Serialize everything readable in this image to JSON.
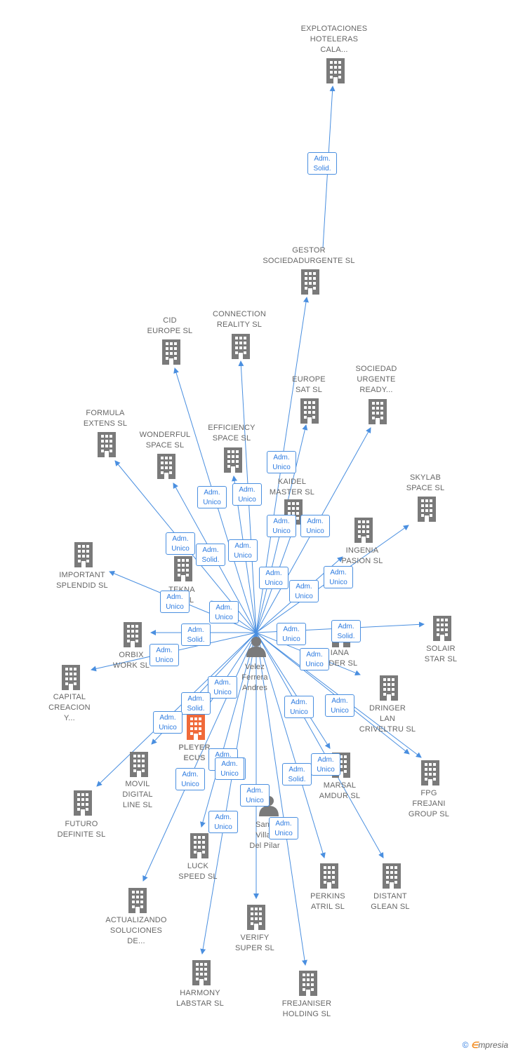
{
  "colors": {
    "edge": "#4a8fe0",
    "building": "#7a7a7a",
    "focus_building": "#f06a3a",
    "person": "#7a7a7a"
  },
  "center": {
    "name": [
      "Velez",
      "Ferrera",
      "Andres"
    ]
  },
  "second_person": {
    "name": [
      "Santi",
      "Villar",
      "Del Pilar"
    ]
  },
  "companies": [
    {
      "id": "explotaciones",
      "lines": [
        "EXPLOTACIONES",
        "HOTELERAS",
        "CALA..."
      ]
    },
    {
      "id": "gestor",
      "lines": [
        "GESTOR",
        "SOCIEDADURGENTE SL"
      ]
    },
    {
      "id": "cid",
      "lines": [
        "CID",
        "EUROPE  SL"
      ]
    },
    {
      "id": "connection",
      "lines": [
        "CONNECTION",
        "REALITY  SL"
      ]
    },
    {
      "id": "europe-sat",
      "lines": [
        "EUROPE",
        "SAT  SL"
      ]
    },
    {
      "id": "sociedad-urgente",
      "lines": [
        "SOCIEDAD",
        "URGENTE",
        "READY..."
      ]
    },
    {
      "id": "formula",
      "lines": [
        "FORMULA",
        "EXTENS  SL"
      ]
    },
    {
      "id": "wonderful",
      "lines": [
        "WONDERFUL",
        "SPACE  SL"
      ]
    },
    {
      "id": "efficiency",
      "lines": [
        "EFFICIENCY",
        "SPACE  SL"
      ]
    },
    {
      "id": "kaidel",
      "lines": [
        "KAIDEL",
        "MASTER  SL"
      ]
    },
    {
      "id": "skylab",
      "lines": [
        "SKYLAB",
        "SPACE  SL"
      ]
    },
    {
      "id": "ingenia",
      "lines": [
        "INGENIA",
        "PASION  SL"
      ]
    },
    {
      "id": "important",
      "lines": [
        "IMPORTANT",
        "SPLENDID  SL"
      ]
    },
    {
      "id": "tekna",
      "lines": [
        "TEKNA",
        "S...  SL"
      ]
    },
    {
      "id": "orbix",
      "lines": [
        "ORBIX",
        "WORK  SL"
      ]
    },
    {
      "id": "solair",
      "lines": [
        "SOLAIR",
        "STAR  SL"
      ]
    },
    {
      "id": "iana",
      "lines": [
        "IANA",
        "...DER  SL"
      ]
    },
    {
      "id": "capital",
      "lines": [
        "CAPITAL",
        "CREACION",
        "Y..."
      ]
    },
    {
      "id": "dringer",
      "lines": [
        "DRINGER",
        "LAN",
        "CRIVELTRU SL"
      ]
    },
    {
      "id": "pleyer",
      "lines": [
        "PLEYER",
        "ECUS"
      ]
    },
    {
      "id": "movil",
      "lines": [
        "MOVIL",
        "DIGITAL",
        "LINE SL"
      ]
    },
    {
      "id": "futuro",
      "lines": [
        "FUTURO",
        "DEFINITE  SL"
      ]
    },
    {
      "id": "fpg",
      "lines": [
        "FPG",
        "FREJANI",
        "GROUP  SL"
      ]
    },
    {
      "id": "marsal",
      "lines": [
        "MARSAL",
        "AMDUR  SL"
      ]
    },
    {
      "id": "luck",
      "lines": [
        "LUCK",
        "SPEED  SL"
      ]
    },
    {
      "id": "perkins",
      "lines": [
        "PERKINS",
        "ATRIL  SL"
      ]
    },
    {
      "id": "distant",
      "lines": [
        "DISTANT",
        "GLEAN  SL"
      ]
    },
    {
      "id": "actualizando",
      "lines": [
        "ACTUALIZANDO",
        "SOLUCIONES",
        "DE..."
      ]
    },
    {
      "id": "verify",
      "lines": [
        "VERIFY",
        "SUPER  SL"
      ]
    },
    {
      "id": "harmony",
      "lines": [
        "HARMONY",
        "LABSTAR SL"
      ]
    },
    {
      "id": "frejaniser",
      "lines": [
        "FREJANISER",
        "HOLDING  SL"
      ]
    }
  ],
  "badges": [
    {
      "lines": [
        "Adm.",
        "Solid."
      ]
    },
    {
      "lines": [
        "Adm.",
        "Unico"
      ]
    },
    {
      "lines": [
        "Adm.",
        "Unico"
      ]
    },
    {
      "lines": [
        "Adm.",
        "Unico"
      ]
    },
    {
      "lines": [
        "Adm.",
        "Unico"
      ]
    },
    {
      "lines": [
        "Adm.",
        "Unico"
      ]
    },
    {
      "lines": [
        "Adm.",
        "Unico"
      ]
    },
    {
      "lines": [
        "Adm.",
        "Solid."
      ]
    },
    {
      "lines": [
        "Adm.",
        "Unico"
      ]
    },
    {
      "lines": [
        "Adm.",
        "Unico"
      ]
    },
    {
      "lines": [
        "Adm.",
        "Unico"
      ]
    },
    {
      "lines": [
        "Adm.",
        "Unico"
      ]
    },
    {
      "lines": [
        "Adm.",
        "Unico"
      ]
    },
    {
      "lines": [
        "Adm.",
        "Unico"
      ]
    },
    {
      "lines": [
        "Adm.",
        "Solid."
      ]
    },
    {
      "lines": [
        "Adm.",
        "Unico"
      ]
    },
    {
      "lines": [
        "Adm.",
        "Unico"
      ]
    },
    {
      "lines": [
        "Adm.",
        "Solid."
      ]
    },
    {
      "lines": [
        "Adm.",
        "Unico"
      ]
    },
    {
      "lines": [
        "Adm.",
        "Unico"
      ]
    },
    {
      "lines": [
        "Adm.",
        "Solid."
      ]
    },
    {
      "lines": [
        "Adm.",
        "Unico"
      ]
    },
    {
      "lines": [
        "Adm.",
        "Unico"
      ]
    },
    {
      "lines": [
        "Adm.",
        "Unico"
      ]
    },
    {
      "lines": [
        "Adm.",
        "Solid."
      ]
    },
    {
      "lines": [
        "Adm.",
        "Unico"
      ]
    },
    {
      "lines": [
        "Adm.",
        "Unico"
      ]
    },
    {
      "lines": [
        "Adm.",
        "Unico"
      ]
    },
    {
      "lines": [
        "Adm.",
        "Solid.,..."
      ]
    },
    {
      "lines": [
        "Adm.",
        "Unico"
      ]
    },
    {
      "lines": [
        "Adm.",
        "Solid."
      ]
    },
    {
      "lines": [
        "Adm.",
        "Unico"
      ]
    },
    {
      "lines": [
        "Adm.",
        "Unico"
      ]
    },
    {
      "lines": [
        "Adm.",
        "Unico"
      ]
    },
    {
      "lines": [
        "Adm.",
        "Unico"
      ]
    }
  ],
  "footer": {
    "copyright": "©",
    "brand_e": "∈",
    "brand_rest": "mpresia"
  }
}
